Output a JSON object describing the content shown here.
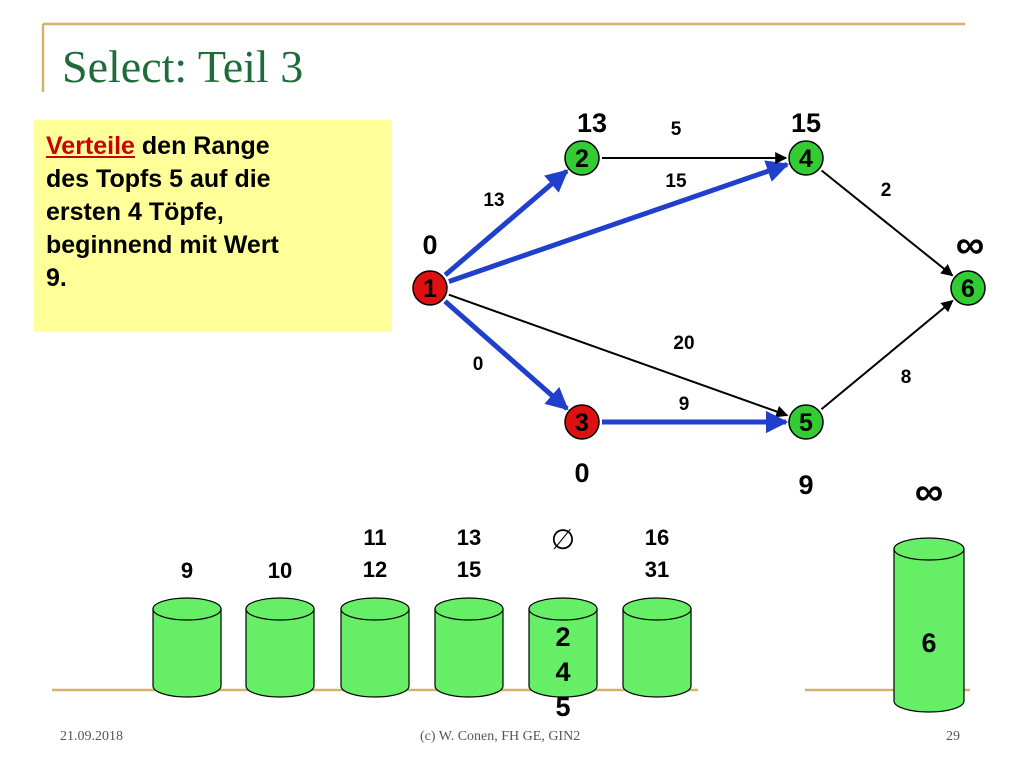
{
  "title": "Select: Teil 3",
  "instruction": {
    "highlight": "Verteile",
    "lines": [
      " den Range",
      "des Topfs 5 auf die",
      "ersten 4 Töpfe,",
      "beginnend mit Wert",
      "9."
    ]
  },
  "graph": {
    "nodes": [
      {
        "id": "1",
        "dist": "0",
        "color": "#dd1111"
      },
      {
        "id": "2",
        "dist": "13",
        "color": "#33cc33"
      },
      {
        "id": "3",
        "dist": "0",
        "color": "#dd1111"
      },
      {
        "id": "4",
        "dist": "15",
        "color": "#33cc33"
      },
      {
        "id": "5",
        "dist": "9",
        "color": "#33cc33"
      },
      {
        "id": "6",
        "dist": "∞",
        "color": "#33cc33"
      }
    ],
    "edges": [
      {
        "from": "1",
        "to": "2",
        "weight": "13",
        "highlighted": true
      },
      {
        "from": "1",
        "to": "4",
        "weight": "15",
        "highlighted": true
      },
      {
        "from": "1",
        "to": "3",
        "weight": "0",
        "highlighted": true
      },
      {
        "from": "1",
        "to": "5",
        "weight": "20",
        "highlighted": false
      },
      {
        "from": "2",
        "to": "4",
        "weight": "5",
        "highlighted": false
      },
      {
        "from": "3",
        "to": "5",
        "weight": "9",
        "highlighted": true
      },
      {
        "from": "4",
        "to": "6",
        "weight": "2",
        "highlighted": false
      },
      {
        "from": "5",
        "to": "6",
        "weight": "8",
        "highlighted": false
      }
    ]
  },
  "buckets": [
    {
      "range": [
        "9"
      ],
      "contents": []
    },
    {
      "range": [
        "10"
      ],
      "contents": []
    },
    {
      "range": [
        "11",
        "12"
      ],
      "contents": []
    },
    {
      "range": [
        "13",
        "15"
      ],
      "contents": []
    },
    {
      "range": [
        "∅"
      ],
      "contents": [
        "2",
        "4",
        "5"
      ]
    },
    {
      "range": [
        "16",
        "31"
      ],
      "contents": []
    }
  ],
  "infinity_bucket": {
    "label": "∞",
    "contents": [
      "6"
    ]
  },
  "footer": {
    "date": "21.09.2018",
    "author": "(c) W. Conen, FH GE, GIN2",
    "page": "29"
  },
  "colors": {
    "title": "#1f6b3a",
    "note_bg": "#ffff99",
    "highlight_edge": "#1f3fcc",
    "bucket": "#66ee66",
    "rule": "#d4b26b"
  }
}
